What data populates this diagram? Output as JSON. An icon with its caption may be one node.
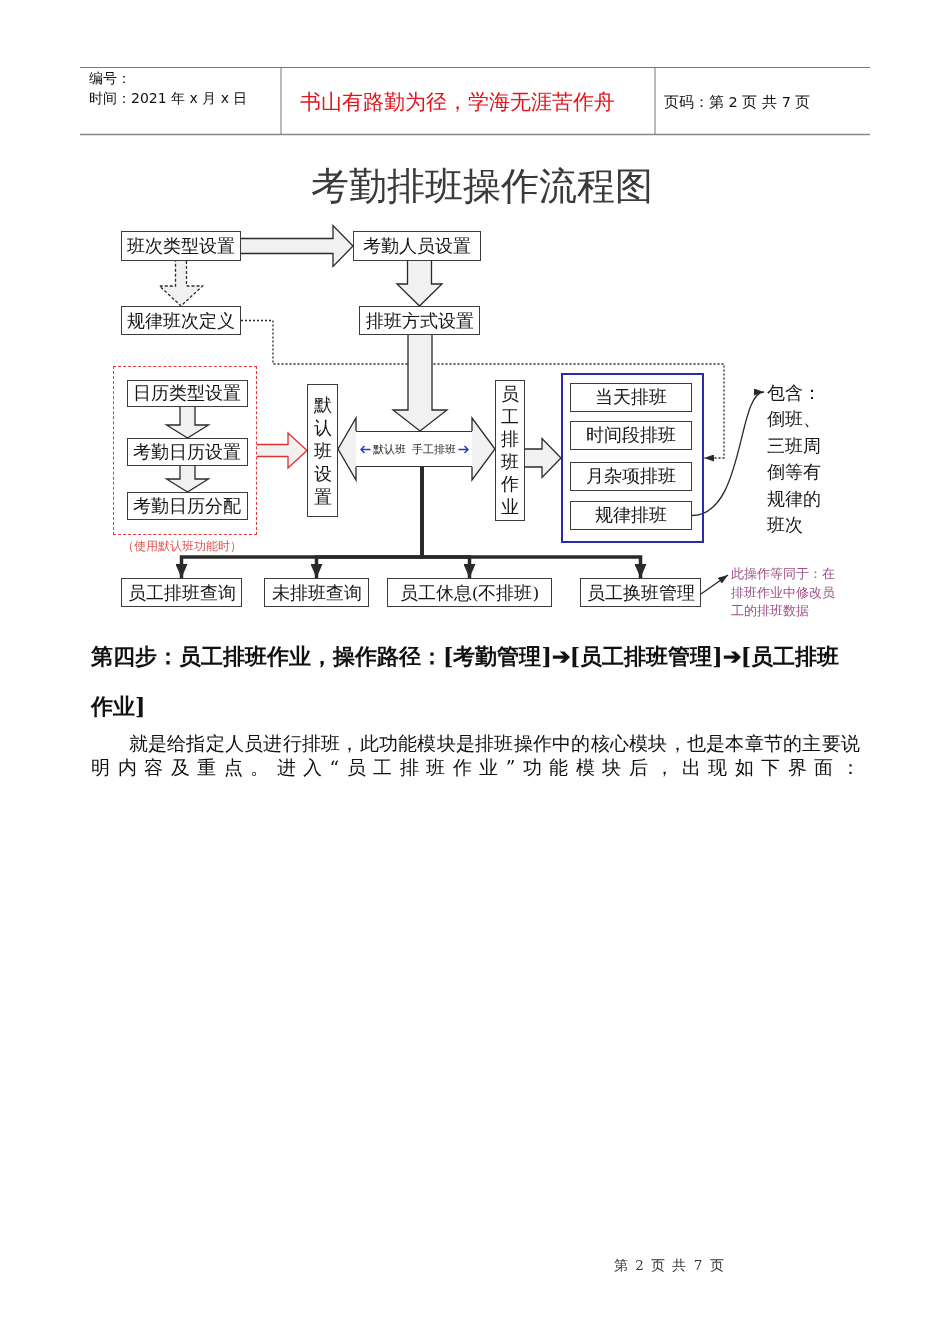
{
  "diagram": {
    "title": "考勤排班操作流程图",
    "nodes": [
      {
        "text": [
          "班次类型设置"
        ]
      },
      {
        "text": [
          "考勤人员设置"
        ]
      },
      {
        "text": [
          "规律班次定义"
        ]
      },
      {
        "text": [
          "排班方式设置"
        ]
      },
      {
        "text": [],
        "shape": "box",
        "beside": [
          "（使用默认班功能时）"
        ]
      },
      {
        "text": [
          "日历类型设置"
        ],
        "in": 4
      },
      {
        "text": [
          "考勤日历设置"
        ],
        "in": 4
      },
      {
        "text": [
          "考勤日历分配"
        ],
        "in": 4
      },
      {
        "text": [
          "默认班设置"
        ]
      },
      {
        "text": [
          "默认班",
          "手工排班"
        ]
      },
      {
        "text": [
          "员工排班作业"
        ]
      },
      {
        "text": [],
        "shape": "box"
      },
      {
        "text": [
          "当天排班"
        ],
        "in": 11
      },
      {
        "text": [
          "时间段排班"
        ],
        "in": 11
      },
      {
        "text": [
          "月杂项排班"
        ],
        "in": 11
      },
      {
        "text": [
          "规律排班"
        ],
        "in": 11
      },
      {
        "text": [
          "包含：倒班、三班周倒等有规律的班次"
        ]
      },
      {
        "text": [
          "员工排班查询"
        ]
      },
      {
        "text": [
          "未排班查询"
        ]
      },
      {
        "text": [
          "员工休息(不排班)"
        ]
      },
      {
        "text": [
          "员工换班管理"
        ]
      },
      {
        "text": [
          "此操作等同于：在排班作业中修改员工的排班数据"
        ]
      }
    ],
    "edges": [
      {
        "from": 0,
        "to": 1,
        "arrow": "to"
      },
      {
        "from": 0,
        "to": 2,
        "arrow": "to",
        "style": "dashed"
      },
      {
        "from": 1,
        "to": 3,
        "arrow": "to"
      },
      {
        "from": 2,
        "to": 11,
        "arrow": "to",
        "style": "dashed"
      },
      {
        "from": 3,
        "to": 9,
        "arrow": "to"
      },
      {
        "from": 5,
        "to": 6,
        "arrow": "to"
      },
      {
        "from": 6,
        "to": 7,
        "arrow": "to"
      },
      {
        "from": 4,
        "to": 8,
        "arrow": "to",
        "color": "#e03030"
      },
      {
        "from": 9,
        "to": 8,
        "arrow": "to"
      },
      {
        "from": 9,
        "to": 10,
        "arrow": "to"
      },
      {
        "from": 10,
        "to": 11,
        "arrow": "to"
      },
      {
        "from": 15,
        "to": 16,
        "arrow": "to"
      },
      {
        "from": 9,
        "to": 17,
        "arrow": "to",
        "style": "thick"
      },
      {
        "from": 9,
        "to": 18,
        "arrow": "to",
        "style": "thick"
      },
      {
        "from": 9,
        "to": 19,
        "arrow": "to",
        "style": "thick"
      },
      {
        "from": 9,
        "to": 20,
        "arrow": "to",
        "style": "thick"
      },
      {
        "from": 20,
        "to": 21,
        "arrow": "to"
      }
    ],
    "labels": [
      "编号：",
      "时间：2021 年 x 月 x 日",
      "书山有路勤为径，学海无涯苦作舟",
      "页码：第 2 页 共 7 页",
      "第四步：员工排班作业，操作路径：[考勤管理]➔[员工排班管理]➔[员工排班作业]",
      "就是给指定人员进行排班，此功能模块是排班操作中的核心模块，也是本章节的主要说明内容及重点。进入“员工排班作业”功能模块后，出现如下界面：",
      "第 2 页 共 7 页"
    ]
  }
}
